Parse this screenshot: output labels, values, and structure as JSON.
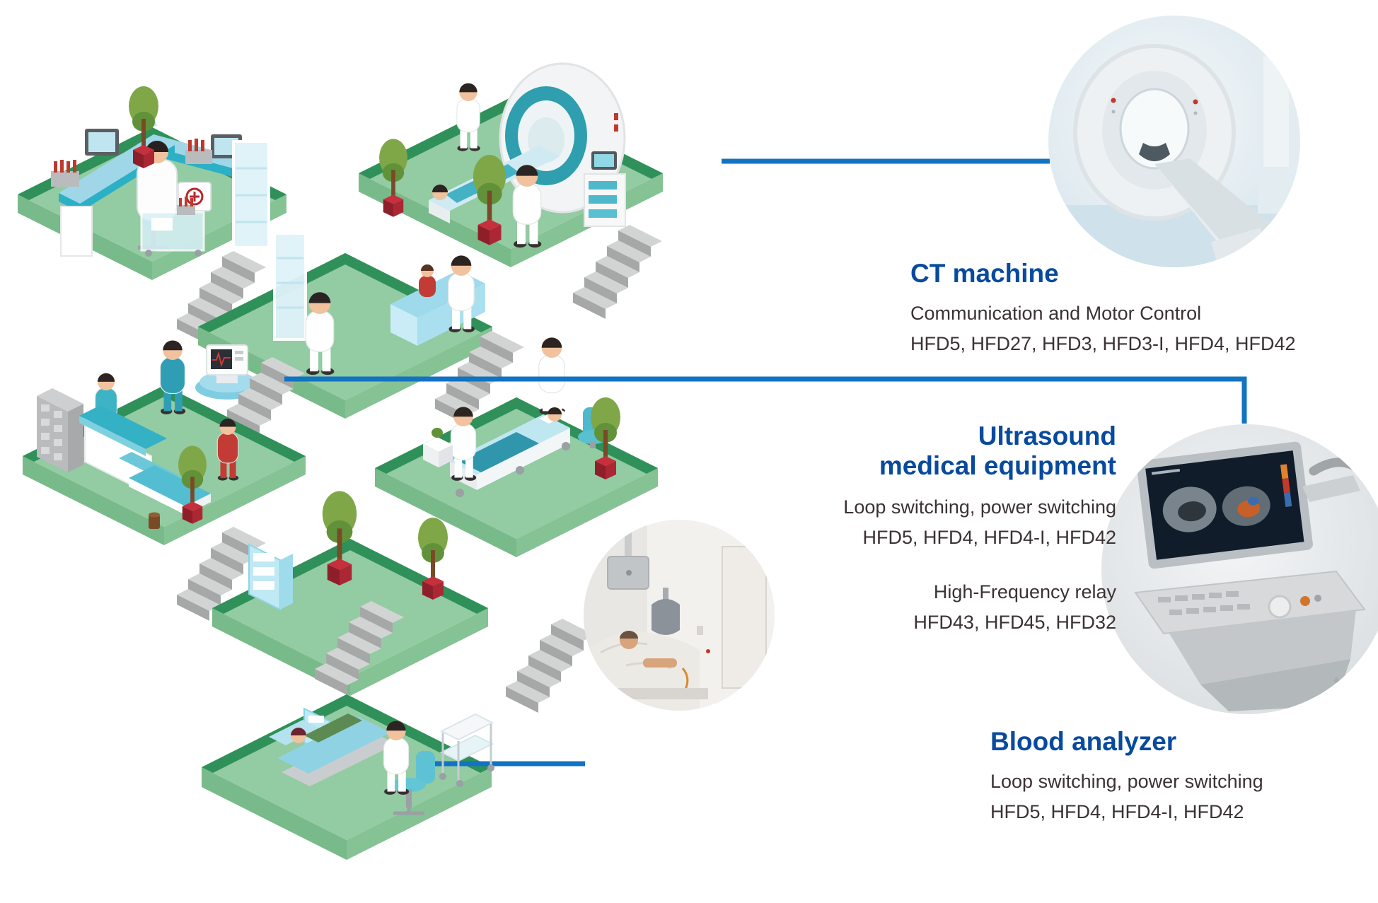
{
  "callouts": {
    "ct": {
      "title": "CT machine",
      "line1": "Communication and Motor Control",
      "line2": "HFD5, HFD27, HFD3, HFD3-I, HFD4, HFD42"
    },
    "ultrasound": {
      "title_line1": "Ultrasound",
      "title_line2": "medical equipment",
      "line1": "Loop switching, power switching",
      "line2": "HFD5, HFD4, HFD4-I, HFD42",
      "line3": "High-Frequency relay",
      "line4": "HFD43, HFD45, HFD32"
    },
    "blood": {
      "title": "Blood analyzer",
      "line1": "Loop switching, power switching",
      "line2": "HFD5, HFD4, HFD4-I, HFD42"
    }
  },
  "colors": {
    "heading_blue": "#084a9e",
    "body_text": "#3b3234",
    "connector_blue": "#1273c2",
    "platform_green_top": "#93cba2",
    "platform_green_dark": "#2f9159",
    "accent_teal": "#2ab3c8"
  }
}
